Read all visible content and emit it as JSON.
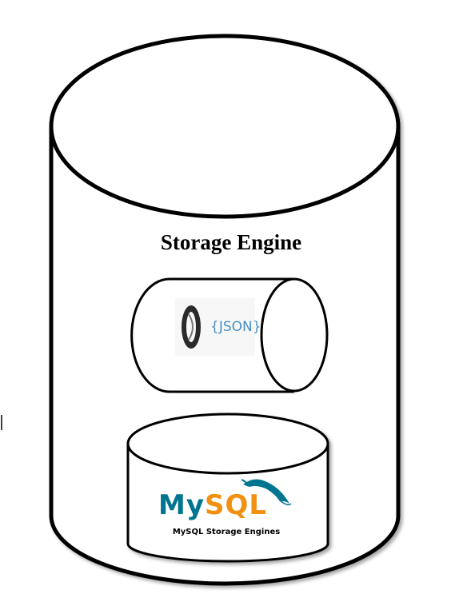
{
  "diagram": {
    "title": "Storage Engine",
    "json_logo": {
      "text": "{JSON}",
      "color": "#4a90c2"
    },
    "mysql_logo": {
      "my": "My",
      "sql": "SQL",
      "my_color": "#00758f",
      "sql_color": "#f29111",
      "caption": "MySQL Storage Engines"
    }
  }
}
